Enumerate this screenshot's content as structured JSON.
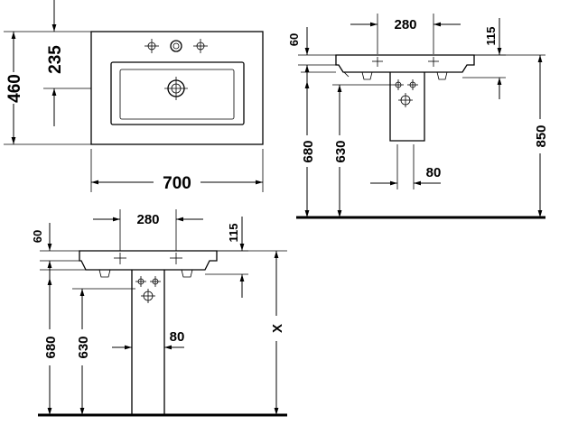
{
  "top_view": {
    "width": "700",
    "depth": "460",
    "tap_offset": "235"
  },
  "side_view": {
    "tap_spacing": "280",
    "rim_height": "60",
    "tap_depth": "115",
    "pedestal_width": "80",
    "top_height": "680",
    "waste_height": "630",
    "overall_height": "850"
  },
  "front_view": {
    "tap_spacing": "280",
    "rim_height": "60",
    "tap_depth": "115",
    "pedestal_width": "80",
    "top_height": "680",
    "waste_height": "630",
    "variable_height": "X"
  }
}
